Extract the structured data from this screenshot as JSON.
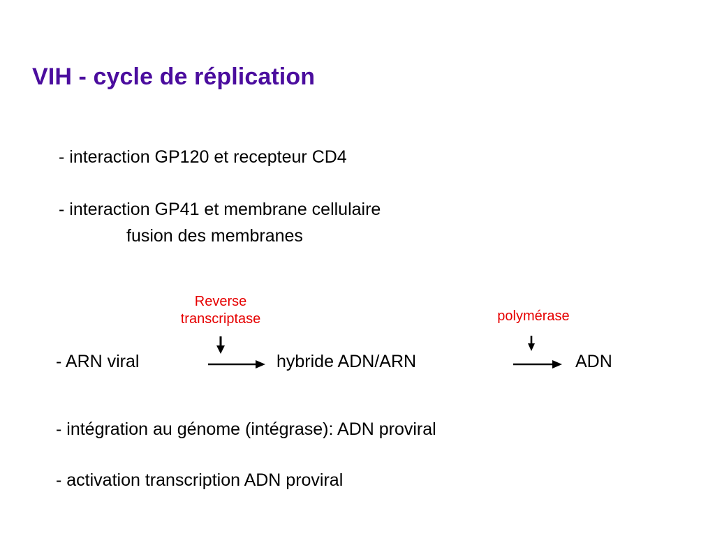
{
  "slide": {
    "title": "VIH - cycle de réplication",
    "title_color": "#4b0d9e",
    "background_color": "#ffffff",
    "body_color": "#000000",
    "accent_color": "#e60000"
  },
  "body_lines": [
    {
      "id": "gp120",
      "text": "- interaction GP120 et recepteur CD4"
    },
    {
      "id": "gp41",
      "text": "- interaction GP41 et membrane cellulaire"
    },
    {
      "id": "fusion",
      "text": "fusion des membranes"
    },
    {
      "id": "integration",
      "text": "- intégration au génome (intégrase): ADN proviral"
    },
    {
      "id": "activation",
      "text": "- activation transcription ADN proviral"
    }
  ],
  "reaction": {
    "terms": [
      {
        "id": "arn-viral",
        "text": "- ARN viral"
      },
      {
        "id": "hybride",
        "text": "hybride ADN/ARN"
      },
      {
        "id": "adn",
        "text": "ADN"
      }
    ],
    "enzymes": [
      {
        "id": "reverse-transcriptase",
        "line1": "Reverse",
        "line2": "transcriptase",
        "color": "#e60000"
      },
      {
        "id": "polymerase",
        "line1": "polymérase",
        "line2": "",
        "color": "#e60000"
      }
    ],
    "arrows": [
      {
        "id": "arrow-reverse-transcriptase",
        "direction": "right"
      },
      {
        "id": "arrow-polymerase",
        "direction": "right"
      }
    ]
  }
}
